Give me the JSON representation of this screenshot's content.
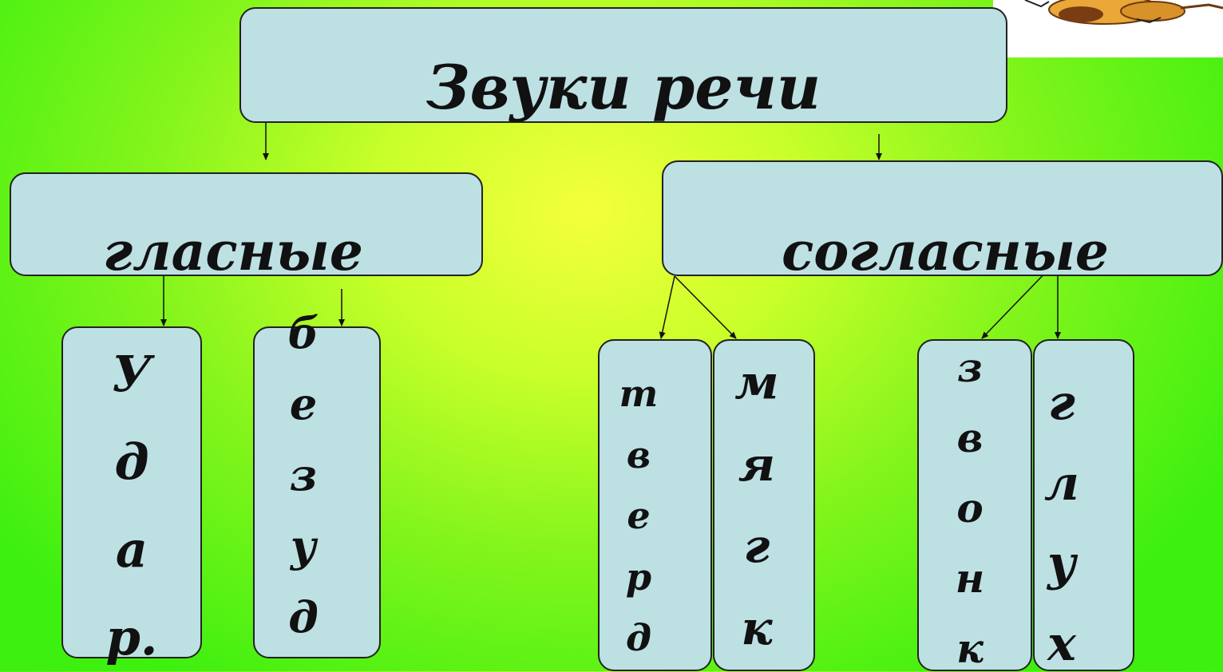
{
  "diagram": {
    "root": {
      "label": "Звуки речи"
    },
    "vowels": {
      "label": "гласные",
      "stressed": {
        "letters": [
          "У",
          "д",
          "а",
          "р."
        ]
      },
      "unstressed": {
        "letters": [
          "б",
          "е",
          "з",
          "у",
          "д"
        ]
      }
    },
    "consonants": {
      "label": "согласные",
      "hard": {
        "letters": [
          "т",
          "в",
          "е",
          "р",
          "д"
        ]
      },
      "soft": {
        "letters": [
          "м",
          "я",
          "г",
          "к"
        ]
      },
      "voiced": {
        "letters": [
          "з",
          "в",
          "о",
          "н",
          "к"
        ]
      },
      "voiceless": {
        "letters": [
          "г",
          "л",
          "у",
          "х"
        ]
      }
    }
  },
  "colors": {
    "box_fill": "#bde0e3",
    "background_center": "#f4ff3c",
    "background_edge": "#3ef010"
  },
  "icons": {
    "corner_picture": "cartoon-dog-picture"
  }
}
